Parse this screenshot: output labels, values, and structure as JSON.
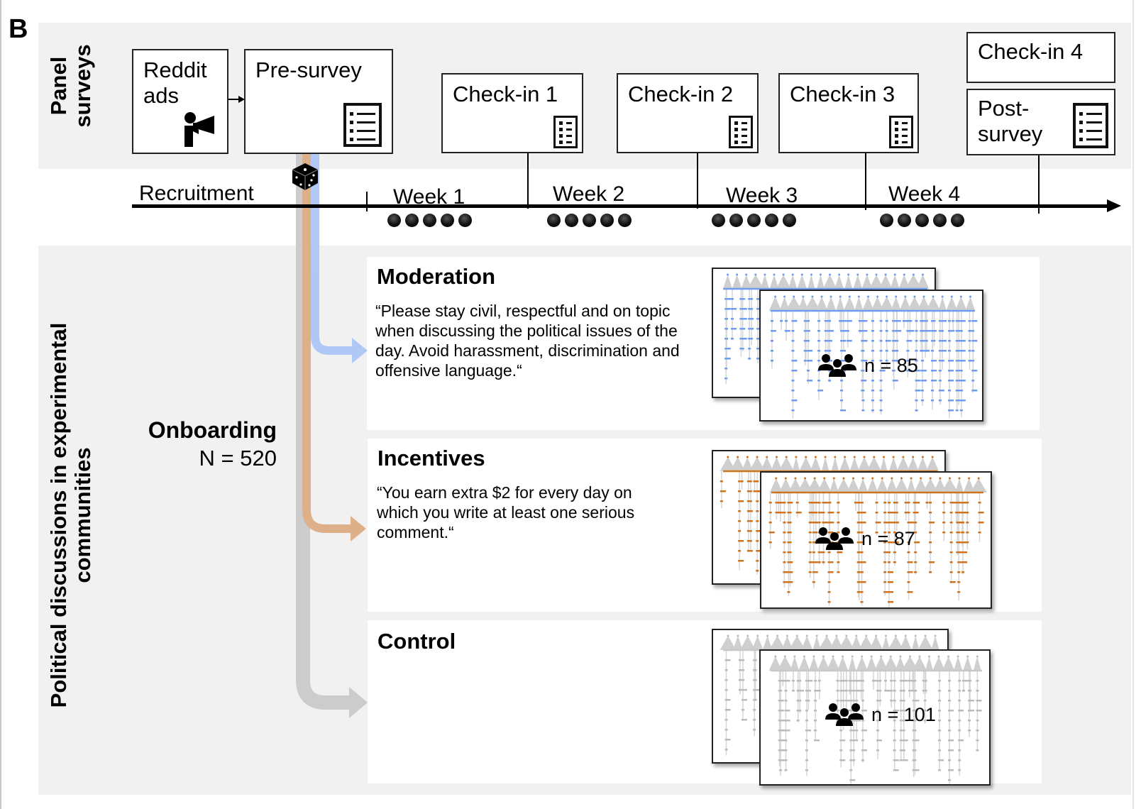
{
  "panel_letter": "B",
  "sections": {
    "panel_surveys_label_line1": "Panel",
    "panel_surveys_label_line2": "surveys",
    "discussions_label_line1": "Political discussions in experimental",
    "discussions_label_line2": "communities"
  },
  "survey_boxes": {
    "reddit_ads": {
      "line1": "Reddit",
      "line2": "ads",
      "icon": "megaphone-person-icon"
    },
    "pre_survey": {
      "label": "Pre-survey",
      "icon": "survey-list-icon"
    },
    "checkin_1": {
      "label": "Check-in 1",
      "icon": "survey-list-icon"
    },
    "checkin_2": {
      "label": "Check-in 2",
      "icon": "survey-list-icon"
    },
    "checkin_3": {
      "label": "Check-in 3",
      "icon": "survey-list-icon"
    },
    "checkin_4": {
      "label": "Check-in 4"
    },
    "post_survey": {
      "line1": "Post-",
      "line2": "survey",
      "icon": "survey-list-icon"
    }
  },
  "timeline": {
    "recruitment_label": "Recruitment",
    "randomization_icon": "dice-icon",
    "weeks": [
      {
        "label": "Week 1",
        "days": 5
      },
      {
        "label": "Week 2",
        "days": 5
      },
      {
        "label": "Week 3",
        "days": 5
      },
      {
        "label": "Week 4",
        "days": 5
      }
    ]
  },
  "onboarding": {
    "title": "Onboarding",
    "n_label": "N = 520"
  },
  "colors": {
    "moderation": "#6f9cf0",
    "moderation_arrow": "#a9c4f7",
    "incentives": "#d0731f",
    "incentives_arrow": "#deb08a",
    "control": "#c4c4c4",
    "control_arrow": "#cccccc",
    "band": "#f1f1f1"
  },
  "conditions": [
    {
      "key": "moderation",
      "title": "Moderation",
      "quote": "“Please stay civil, respectful and on topic when discussing the political issues of the day. Avoid harassment, discrimination and offensive language.“",
      "count_label": "n = 85",
      "icon": "group-icon"
    },
    {
      "key": "incentives",
      "title": "Incentives",
      "quote": "“You earn extra $2 for every day on which you write at least one serious comment.“",
      "count_label": "n = 87",
      "icon": "group-icon"
    },
    {
      "key": "control",
      "title": "Control",
      "quote": "",
      "count_label": "n = 101",
      "icon": "group-icon"
    }
  ]
}
